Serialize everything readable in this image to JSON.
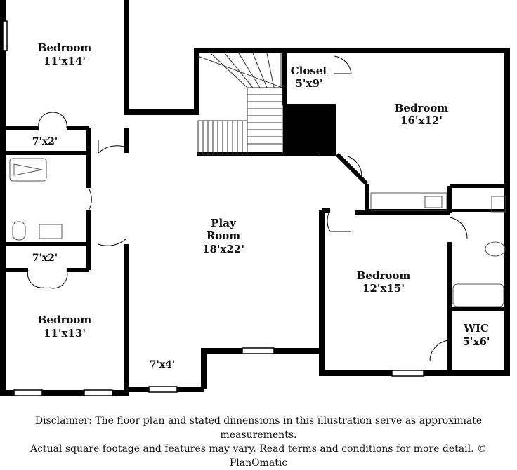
{
  "rooms": {
    "bedroom_top_left": {
      "name": "Bedroom",
      "dims": "11'x14'"
    },
    "closet_top_left": {
      "dims": "7'x2'"
    },
    "closet_mid_left": {
      "dims": "7'x2'"
    },
    "bedroom_bottom_left": {
      "name": "Bedroom",
      "dims": "11'x13'"
    },
    "play_room": {
      "name_line1": "Play",
      "name_line2": "Room",
      "dims": "18'x22'"
    },
    "closet_top": {
      "name": "Closet",
      "dims": "5'x9'"
    },
    "bedroom_top_right": {
      "name": "Bedroom",
      "dims": "16'x12'"
    },
    "bedroom_mid_right": {
      "name": "Bedroom",
      "dims": "12'x15'"
    },
    "wic": {
      "name": "WIC",
      "dims": "5'x6'"
    },
    "alcove": {
      "dims": "7'x4'"
    }
  },
  "disclaimer": {
    "line1": "Disclaimer: The floor plan and stated dimensions in this illustration serve as approximate measurements.",
    "line2": "Actual square footage and features may vary. Read terms and conditions for more detail. © PlanOmatic"
  },
  "colors": {
    "wall": "#000000",
    "fixture": "#555555",
    "background": "#ffffff"
  }
}
